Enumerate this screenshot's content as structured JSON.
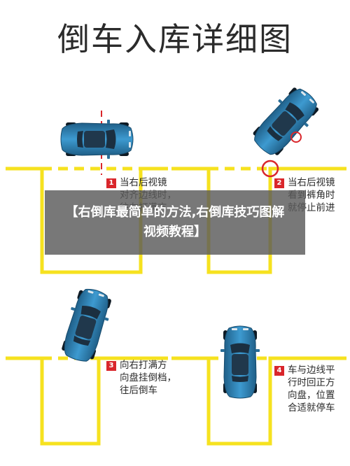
{
  "title": "倒车入库详细图",
  "steps": [
    {
      "num": "1",
      "text": "当右后视镜\n对齐边线时，\n往左打满方"
    },
    {
      "num": "2",
      "text": "当右后视镜\n看到裤角时\n就停止前进"
    },
    {
      "num": "3",
      "text": "向右打满方\n向盘挂倒档，\n往后倒车"
    },
    {
      "num": "4",
      "text": "车与边线平\n行时回正方\n向盘，位置\n合适就停车"
    }
  ],
  "banner": {
    "text": "【右倒库最简单的方法,右倒库技巧图解视频教程】"
  },
  "colors": {
    "line": "#f6e21f",
    "marker": "#d9262b",
    "car_body": "#2f86b8",
    "car_dark": "#16324a"
  }
}
